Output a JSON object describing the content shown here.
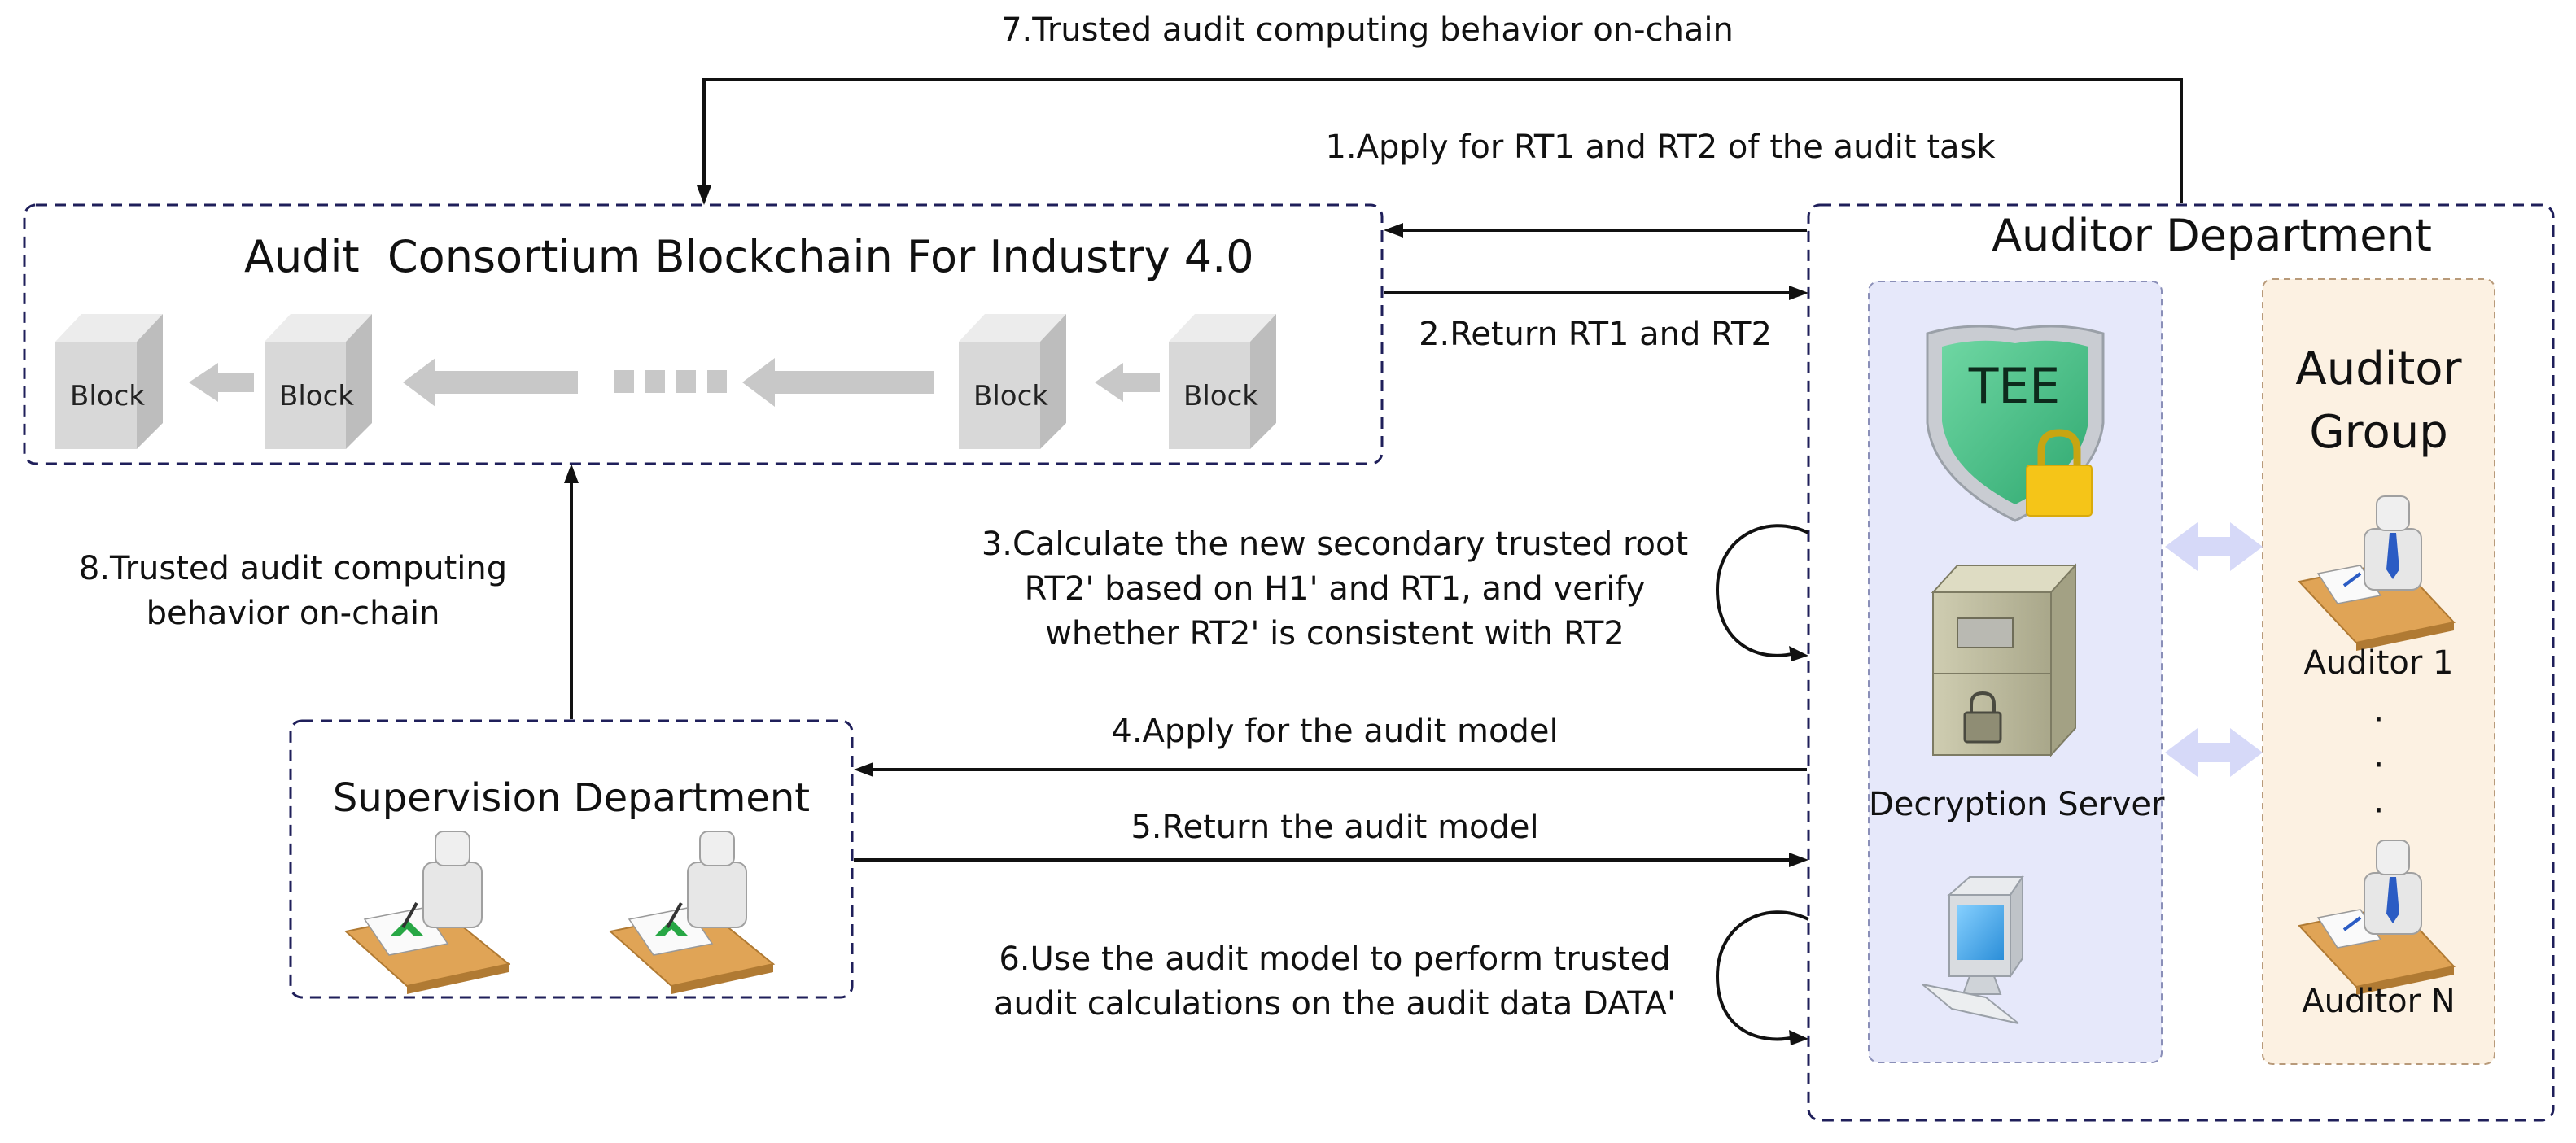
{
  "blockchain": {
    "title": "Audit  Consortium Blockchain For Industry 4.0",
    "blocks": [
      "Block",
      "Block",
      "Block",
      "Block"
    ]
  },
  "auditor": {
    "title": "Auditor Department",
    "tee_label": "TEE",
    "server_label": "Decryption Server",
    "group": {
      "title_line1": "Auditor",
      "title_line2": "Group",
      "first": "Auditor 1",
      "ellipsis": [
        "·",
        "·",
        "·"
      ],
      "last": "Auditor N"
    }
  },
  "supervision": {
    "title": "Supervision Department"
  },
  "steps": {
    "s1": "1.Apply for RT1 and RT2 of the audit task",
    "s2": "2.Return RT1 and RT2",
    "s3": {
      "line1": "3.Calculate the new secondary trusted root",
      "line2": "RT2' based on H1' and RT1, and verify",
      "line3": "whether RT2' is consistent with RT2"
    },
    "s4": "4.Apply for the audit model",
    "s5": "5.Return the audit model",
    "s6": {
      "line1": "6.Use the audit model to perform trusted",
      "line2": "audit calculations on the audit data DATA'"
    },
    "s7": "7.Trusted audit computing behavior on-chain",
    "s8": {
      "line1": "8.Trusted audit computing",
      "line2": "behavior on-chain"
    }
  },
  "colors": {
    "border": "#1f1f5a",
    "server_panel": "#e6e8fa",
    "group_panel": "#fcf1e2",
    "tee_green": "#4cc28a",
    "lock_yellow": "#f5c518",
    "block_gray": "#d8d8d8",
    "arrow_gray": "#c8c8c8",
    "double_arrow": "#d6d9f8",
    "desk": "#e0a456"
  }
}
